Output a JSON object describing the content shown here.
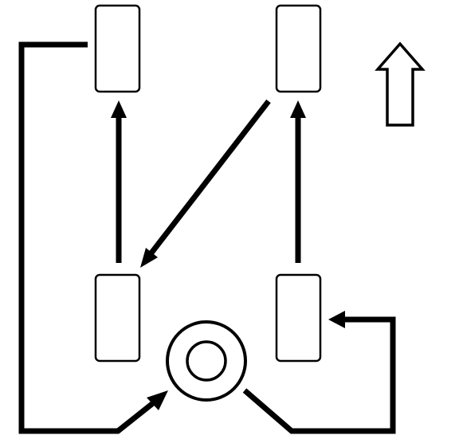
{
  "diagram": {
    "kind": "tire-rotation-pattern",
    "colors": {
      "ink": "#000000",
      "paper": "#ffffff"
    },
    "tires": [
      {
        "id": "front-left"
      },
      {
        "id": "front-right"
      },
      {
        "id": "rear-left"
      },
      {
        "id": "rear-right"
      }
    ],
    "spare": {
      "id": "spare-tire"
    },
    "front_direction_icon": "outlined-up-arrow",
    "moves": [
      {
        "from": "rear-left",
        "to": "front-left"
      },
      {
        "from": "rear-right",
        "to": "front-right"
      },
      {
        "from": "front-right",
        "to": "rear-left"
      },
      {
        "from": "front-left",
        "to": "spare-tire"
      },
      {
        "from": "spare-tire",
        "to": "rear-right"
      }
    ]
  }
}
